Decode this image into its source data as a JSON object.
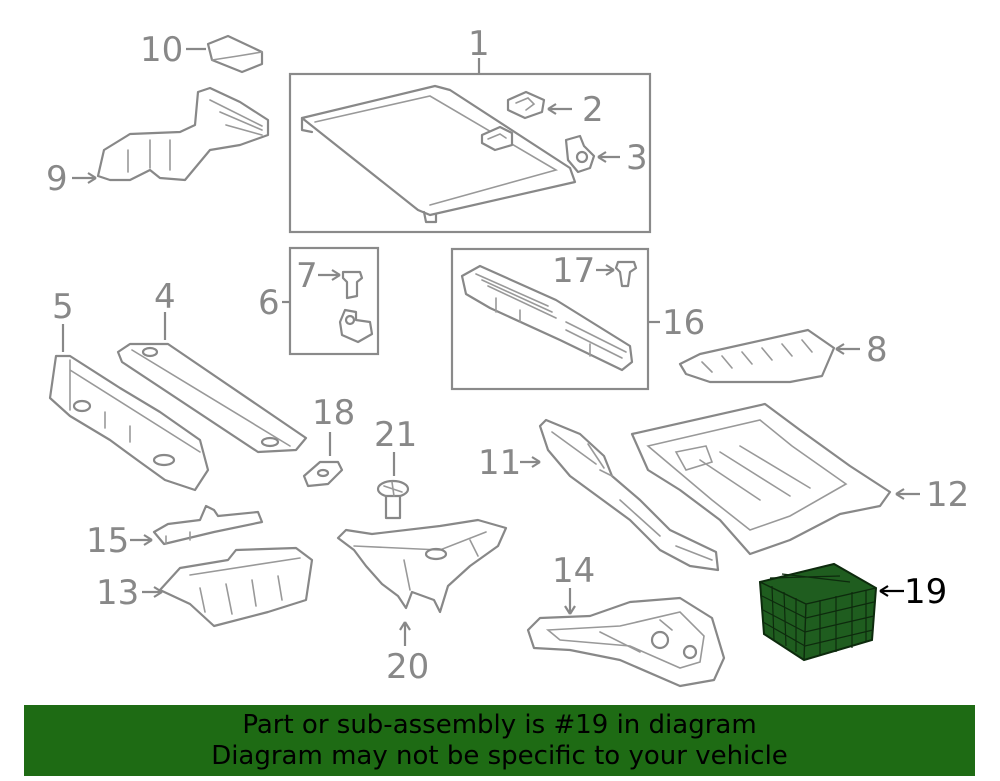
{
  "colors": {
    "line_art": "#888888",
    "highlight_fill": "#1f5d1f",
    "highlight_stroke": "#0d2a0d",
    "banner_bg": "#1e6b14",
    "banner_text": "#000000"
  },
  "callouts": {
    "c1": "1",
    "c2": "2",
    "c3": "3",
    "c4": "4",
    "c5": "5",
    "c6": "6",
    "c7": "7",
    "c8": "8",
    "c9": "9",
    "c10": "10",
    "c11": "11",
    "c12": "12",
    "c13": "13",
    "c14": "14",
    "c15": "15",
    "c16": "16",
    "c17": "17",
    "c18": "18",
    "c19": "19",
    "c20": "20",
    "c21": "21"
  },
  "highlighted_part": "19",
  "banner": {
    "line1": "Part or sub-assembly is #19 in diagram",
    "line2": "Diagram may not be specific to your vehicle"
  }
}
